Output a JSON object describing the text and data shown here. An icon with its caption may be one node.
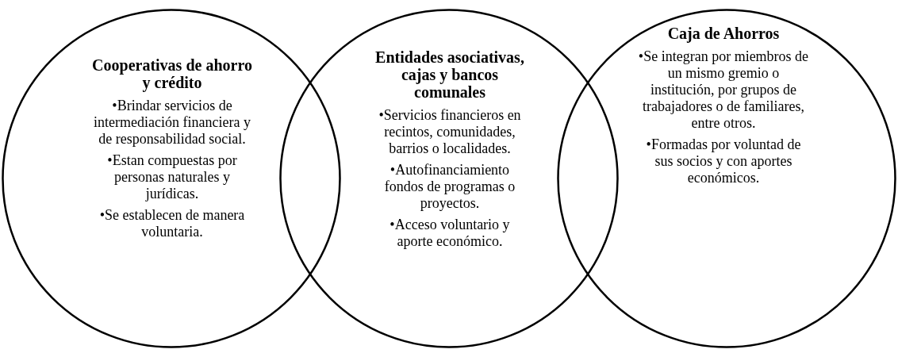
{
  "diagram": {
    "nodes": [
      {
        "text": [
          "Cooperativas de ahorro y crédito",
          "•Brindar servicios de intermediación financiera y de responsabilidad social.",
          "•Estan compuestas por personas naturales y jurídicas.",
          "•Se establecen de manera voluntaria."
        ]
      },
      {
        "text": [
          "Entidades asociativas, cajas y bancos comunales",
          "•Servicios financieros en recintos, comunidades, barrios o localidades.",
          "•Autofinanciamiento fondos de programas o proyectos.",
          "•Acceso voluntario y aporte económico."
        ]
      },
      {
        "text": [
          "Caja de Ahorros",
          "•Se integran por miembros de un mismo gremio o institución, por grupos de trabajadores o de familiares, entre otros.",
          "•Formadas por voluntad de sus socios y con aportes económicos."
        ]
      }
    ],
    "edges": []
  }
}
